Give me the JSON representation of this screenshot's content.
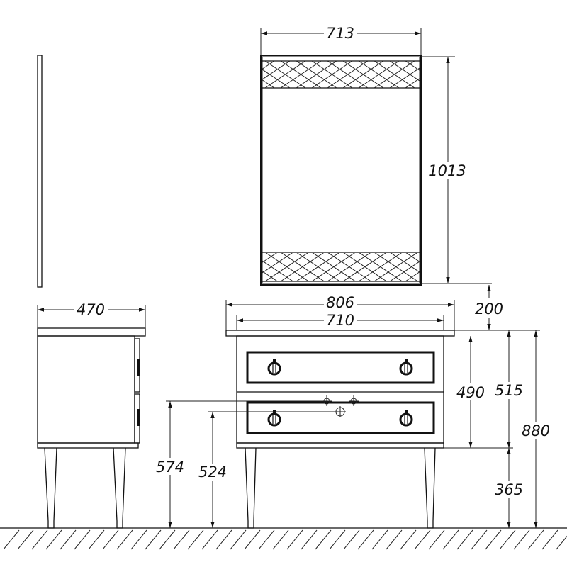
{
  "dimensions": {
    "mirror_width": "713",
    "mirror_height": "1013",
    "mirror_gap": "200",
    "countertop_width": "806",
    "body_width": "710",
    "side_depth": "470",
    "body_height": "490",
    "cabinet_height": "515",
    "total_height": "880",
    "leg_height": "365",
    "outlet_height_upper": "574",
    "outlet_height_lower": "524"
  },
  "colors": {
    "line": "#111111",
    "background": "#ffffff"
  }
}
